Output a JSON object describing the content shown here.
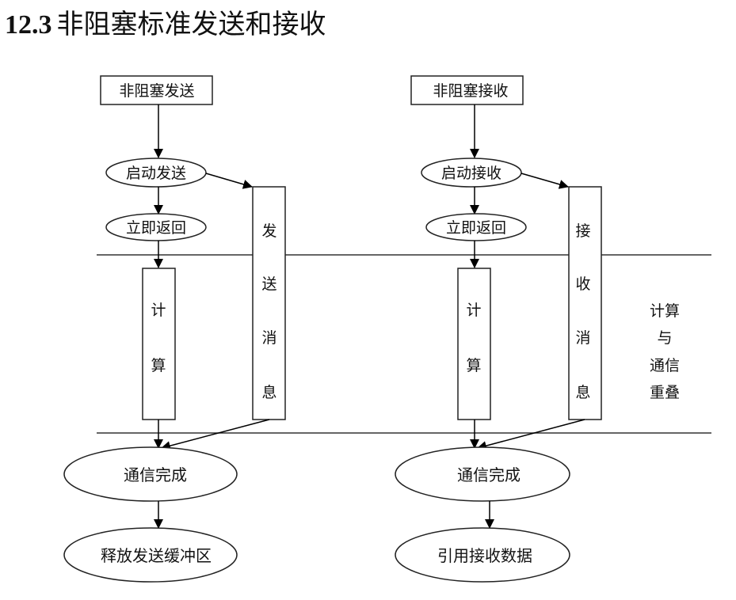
{
  "title": {
    "number": "12.3",
    "text": "非阻塞标准发送和接收"
  },
  "send_flow": {
    "header": "非阻塞发送",
    "start": "启动发送",
    "return": "立即返回",
    "compute": [
      "计",
      "算"
    ],
    "message": [
      "发",
      "送",
      "消",
      "息"
    ],
    "complete": "通信完成",
    "final": "释放发送缓冲区"
  },
  "recv_flow": {
    "header": "非阻塞接收",
    "start": "启动接收",
    "return": "立即返回",
    "compute": [
      "计",
      "算"
    ],
    "message": [
      "接",
      "收",
      "消",
      "息"
    ],
    "complete": "通信完成",
    "final": "引用接收数据"
  },
  "overlap_label": [
    "计算",
    "与",
    "通信",
    "重叠"
  ]
}
